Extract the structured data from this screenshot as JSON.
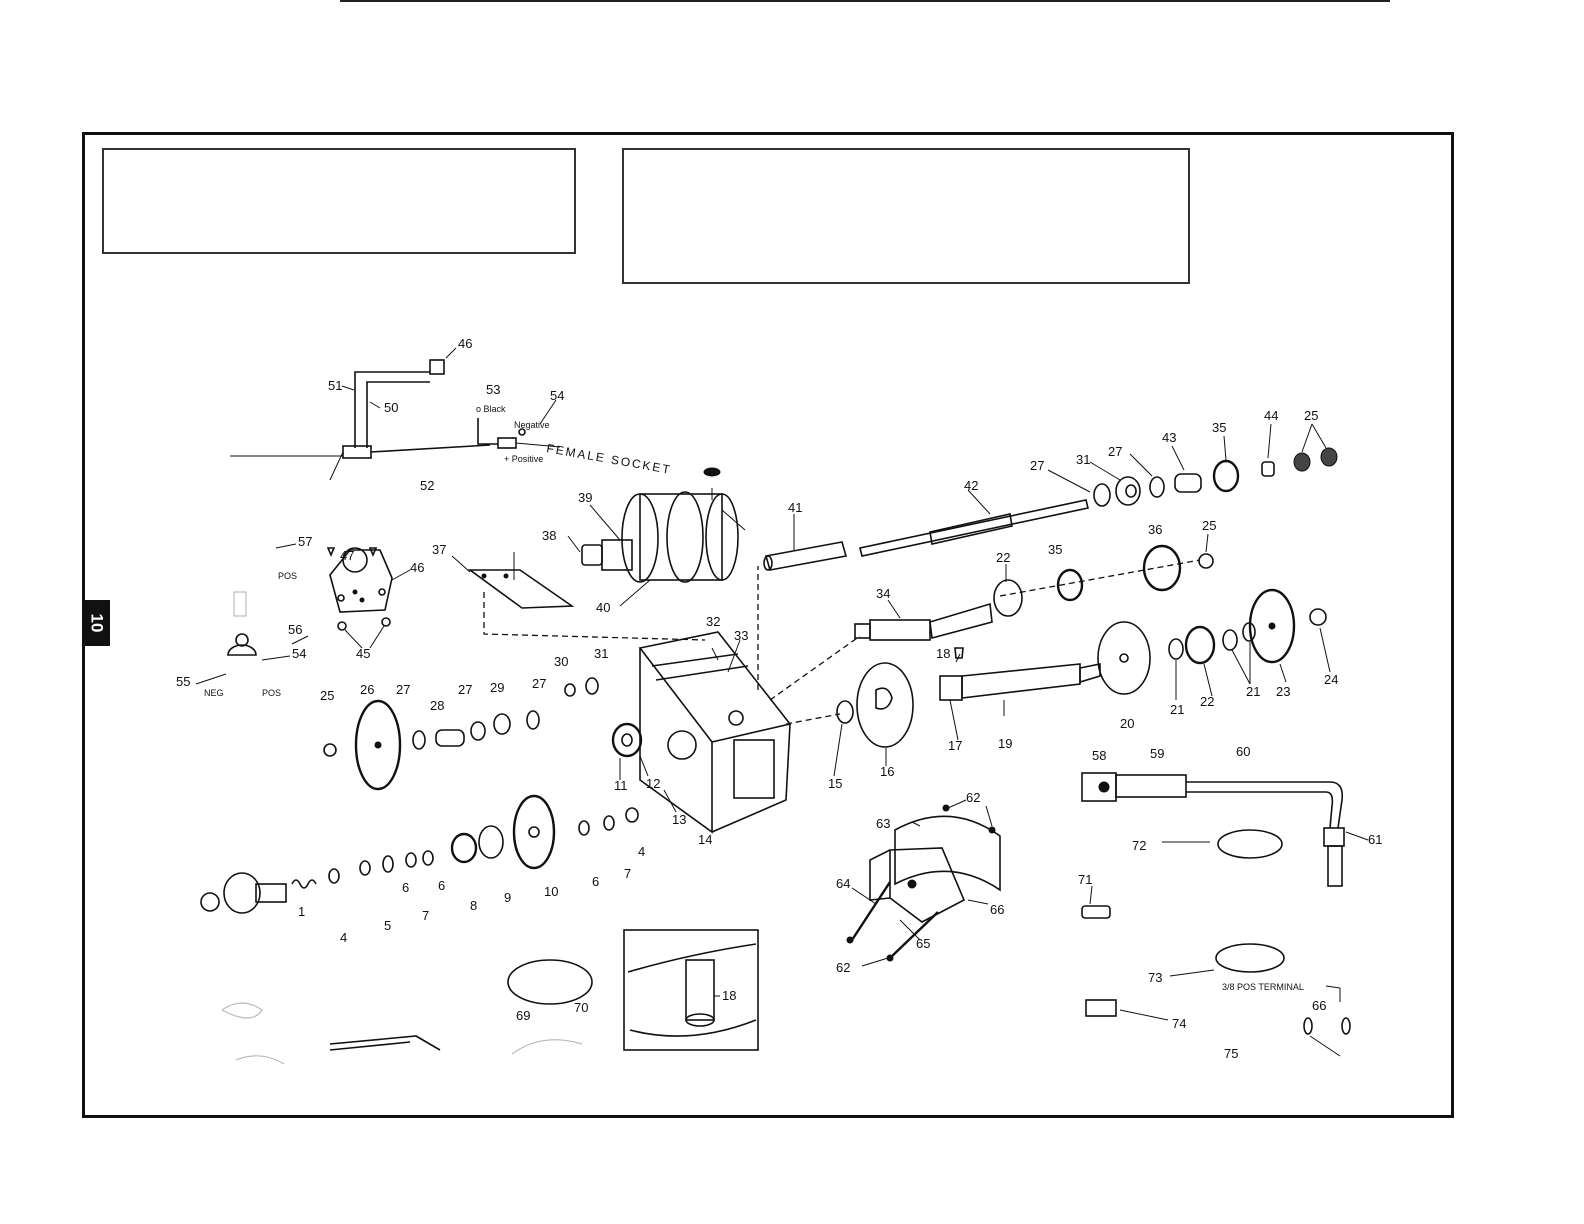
{
  "page": {
    "tab_number": "10"
  },
  "callouts": {
    "black": "o Black",
    "negative": "Negative",
    "positive": "+ Positive",
    "female_socket": "FEMALE SOCKET",
    "pos": "POS",
    "neg": "NEG",
    "pos2": "POS",
    "terminal": "3/8 POS   TERMINAL"
  },
  "part_labels": {
    "p1": "1",
    "p4": "4",
    "p4b": "4",
    "p5": "5",
    "p6": "6",
    "p6b": "6",
    "p6c": "6",
    "p7": "7",
    "p7b": "7",
    "p8": "8",
    "p9": "9",
    "p10": "10",
    "p11": "11",
    "p12": "12",
    "p13": "13",
    "p14": "14",
    "p15": "15",
    "p16": "16",
    "p17": "17",
    "p18": "18",
    "p18b": "18",
    "p19": "19",
    "p20": "20",
    "p21": "21",
    "p21b": "21",
    "p22": "22",
    "p22b": "22",
    "p23": "23",
    "p24": "24",
    "p25": "25",
    "p25b": "25",
    "p25c": "25",
    "p26": "26",
    "p27": "27",
    "p27b": "27",
    "p27c": "27",
    "p27d": "27",
    "p27e": "27",
    "p28": "28",
    "p29": "29",
    "p30": "30",
    "p31": "31",
    "p31b": "31",
    "p32": "32",
    "p33": "33",
    "p34": "34",
    "p35": "35",
    "p35b": "35",
    "p36": "36",
    "p37": "37",
    "p38": "38",
    "p39": "39",
    "p40": "40",
    "p41": "41",
    "p42": "42",
    "p43": "43",
    "p44": "44",
    "p45": "45",
    "p46": "46",
    "p46b": "46",
    "p47": "47",
    "p50": "50",
    "p51": "51",
    "p52": "52",
    "p53": "53",
    "p54": "54",
    "p54b": "54",
    "p55": "55",
    "p56": "56",
    "p57": "57",
    "p58": "58",
    "p59": "59",
    "p60": "60",
    "p61": "61",
    "p62": "62",
    "p62b": "62",
    "p63": "63",
    "p64": "64",
    "p65": "65",
    "p66": "66",
    "p66b": "66",
    "p69": "69",
    "p70": "70",
    "p71": "71",
    "p72": "72",
    "p73": "73",
    "p74": "74",
    "p75": "75"
  }
}
